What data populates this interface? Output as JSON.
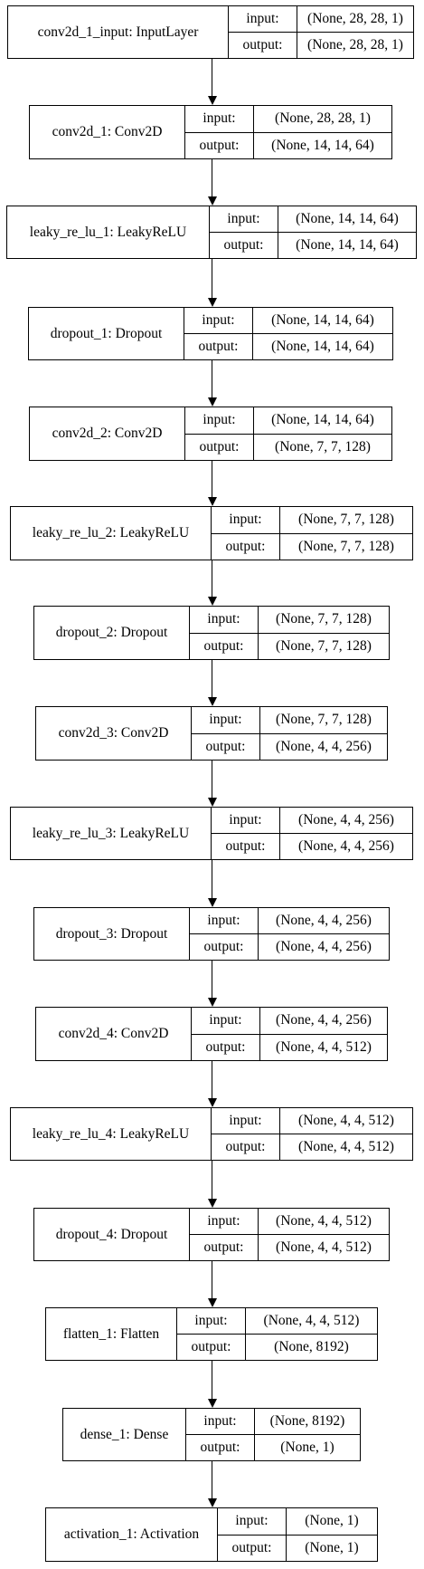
{
  "diagram": {
    "layers": [
      {
        "name": "conv2d_1_input: InputLayer",
        "input_label": "input:",
        "output_label": "output:",
        "input": "(None, 28, 28, 1)",
        "output": "(None, 28, 28, 1)"
      },
      {
        "name": "conv2d_1: Conv2D",
        "input_label": "input:",
        "output_label": "output:",
        "input": "(None, 28, 28, 1)",
        "output": "(None, 14, 14, 64)"
      },
      {
        "name": "leaky_re_lu_1: LeakyReLU",
        "input_label": "input:",
        "output_label": "output:",
        "input": "(None, 14, 14, 64)",
        "output": "(None, 14, 14, 64)"
      },
      {
        "name": "dropout_1: Dropout",
        "input_label": "input:",
        "output_label": "output:",
        "input": "(None, 14, 14, 64)",
        "output": "(None, 14, 14, 64)"
      },
      {
        "name": "conv2d_2: Conv2D",
        "input_label": "input:",
        "output_label": "output:",
        "input": "(None, 14, 14, 64)",
        "output": "(None, 7, 7, 128)"
      },
      {
        "name": "leaky_re_lu_2: LeakyReLU",
        "input_label": "input:",
        "output_label": "output:",
        "input": "(None, 7, 7, 128)",
        "output": "(None, 7, 7, 128)"
      },
      {
        "name": "dropout_2: Dropout",
        "input_label": "input:",
        "output_label": "output:",
        "input": "(None, 7, 7, 128)",
        "output": "(None, 7, 7, 128)"
      },
      {
        "name": "conv2d_3: Conv2D",
        "input_label": "input:",
        "output_label": "output:",
        "input": "(None, 7, 7, 128)",
        "output": "(None, 4, 4, 256)"
      },
      {
        "name": "leaky_re_lu_3: LeakyReLU",
        "input_label": "input:",
        "output_label": "output:",
        "input": "(None, 4, 4, 256)",
        "output": "(None, 4, 4, 256)"
      },
      {
        "name": "dropout_3: Dropout",
        "input_label": "input:",
        "output_label": "output:",
        "input": "(None, 4, 4, 256)",
        "output": "(None, 4, 4, 256)"
      },
      {
        "name": "conv2d_4: Conv2D",
        "input_label": "input:",
        "output_label": "output:",
        "input": "(None, 4, 4, 256)",
        "output": "(None, 4, 4, 512)"
      },
      {
        "name": "leaky_re_lu_4: LeakyReLU",
        "input_label": "input:",
        "output_label": "output:",
        "input": "(None, 4, 4, 512)",
        "output": "(None, 4, 4, 512)"
      },
      {
        "name": "dropout_4: Dropout",
        "input_label": "input:",
        "output_label": "output:",
        "input": "(None, 4, 4, 512)",
        "output": "(None, 4, 4, 512)"
      },
      {
        "name": "flatten_1: Flatten",
        "input_label": "input:",
        "output_label": "output:",
        "input": "(None, 4, 4, 512)",
        "output": "(None, 8192)"
      },
      {
        "name": "dense_1: Dense",
        "input_label": "input:",
        "output_label": "output:",
        "input": "(None, 8192)",
        "output": "(None, 1)"
      },
      {
        "name": "activation_1: Activation",
        "input_label": "input:",
        "output_label": "output:",
        "input": "(None, 1)",
        "output": "(None, 1)"
      }
    ]
  }
}
